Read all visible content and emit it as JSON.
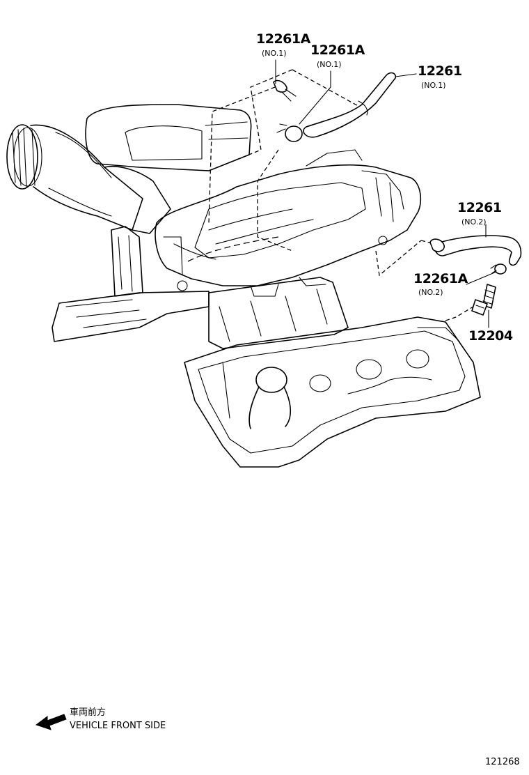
{
  "callouts": {
    "c1": {
      "number": "12261A",
      "sub": "(NO.1)"
    },
    "c2": {
      "number": "12261A",
      "sub": "(NO.1)"
    },
    "c3": {
      "number": "12261",
      "sub": "(NO.1)"
    },
    "c4": {
      "number": "12261",
      "sub": "(NO.2)"
    },
    "c5": {
      "number": "12261A",
      "sub": "(NO.2)"
    },
    "c6": {
      "number": "12204"
    }
  },
  "direction": {
    "jp_label": "車両前方",
    "en_label": "VEHICLE FRONT SIDE"
  },
  "illustration_number": "121268"
}
